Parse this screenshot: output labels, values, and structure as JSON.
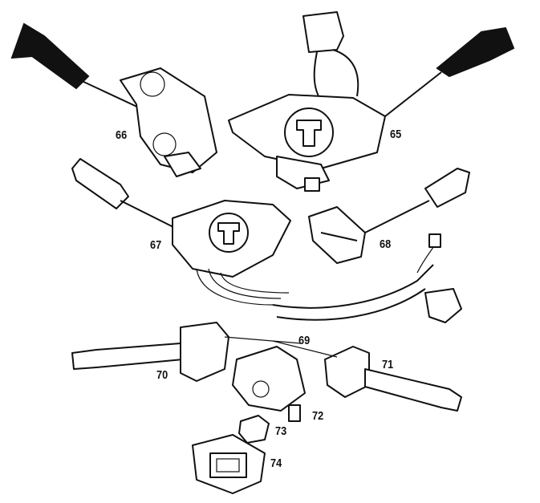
{
  "labels": {
    "p65": "65",
    "p66": "66",
    "p67": "67",
    "p68": "68",
    "p69": "69",
    "p70": "70",
    "p71": "71",
    "p72": "72",
    "p73": "73",
    "p74": "74"
  }
}
